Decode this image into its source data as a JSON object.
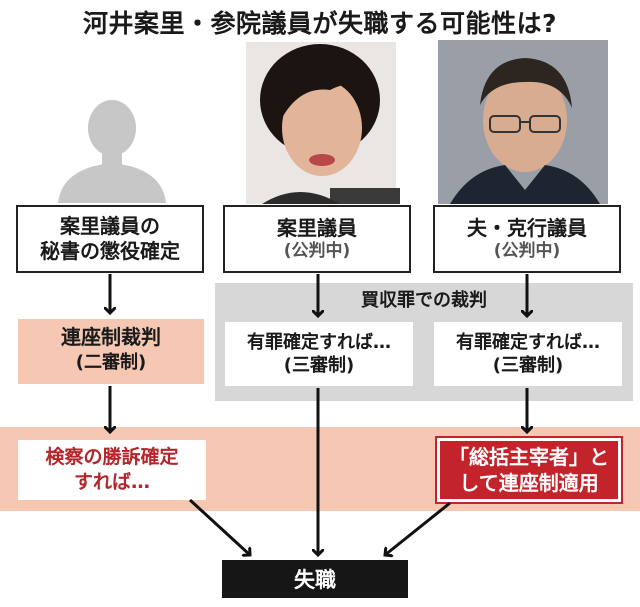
{
  "title": "河井案里・参院議員が失職する可能性は?",
  "column_left": {
    "box_line1": "案里議員の",
    "box_line2": "秘書の懲役確定",
    "step1_line1": "連座制裁判",
    "step1_line2": "(二審制)",
    "step2_line1": "検察の勝訴確定",
    "step2_line2": "すれば…"
  },
  "column_center": {
    "box_line1": "案里議員",
    "box_line2": "(公判中)",
    "step1_line1": "有罪確定すれば…",
    "step1_line2": "(三審制)"
  },
  "column_right": {
    "box_line1": "夫・克行議員",
    "box_line2": "(公判中)",
    "step1_line1": "有罪確定すれば…",
    "step1_line2": "(三審制)",
    "step2_line1": "「総括主宰者」と",
    "step2_line2": "して連座制適用"
  },
  "trial_band_label": "買収罪での裁判",
  "outcome": "失職",
  "colors": {
    "pink": "#f6c7b3",
    "gray": "#d7d7d7",
    "red": "#c3232a",
    "dark": "#161616"
  },
  "images": {
    "left": "silhouette-person",
    "center": "photo-woman",
    "right": "photo-man-glasses"
  }
}
